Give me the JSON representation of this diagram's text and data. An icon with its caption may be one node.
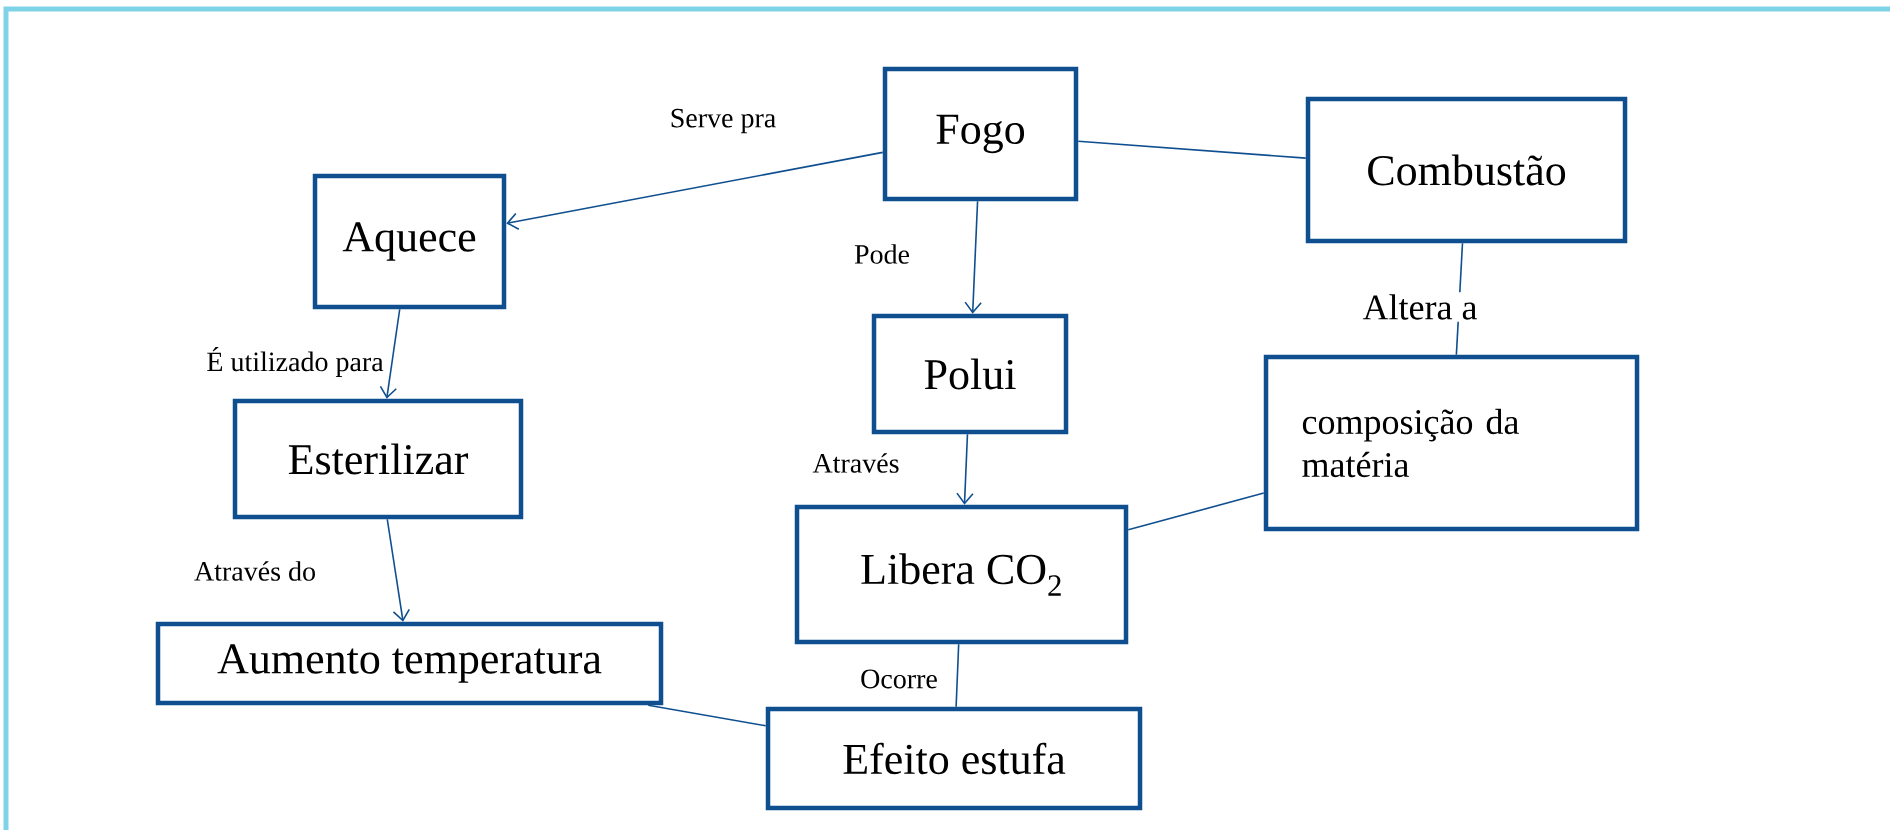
{
  "diagram": {
    "nodes": [
      {
        "text": [
          "Fogo"
        ]
      },
      {
        "text": [
          "Combustão"
        ]
      },
      {
        "text": [
          "Aquece"
        ]
      },
      {
        "text": [
          "Polui"
        ]
      },
      {
        "text": [
          "Esterilizar"
        ]
      },
      {
        "text": [
          "composição da matéria"
        ]
      },
      {
        "text": [
          "Libera CO$_{2}$"
        ]
      },
      {
        "text": [
          "Aumento temperatura"
        ]
      },
      {
        "text": [
          "Efeito estufa"
        ]
      }
    ],
    "edges": [
      {
        "from": 0,
        "to": 2,
        "arrow": "to",
        "label": "Serve pra"
      },
      {
        "from": 0,
        "to": 1,
        "arrow": "none"
      },
      {
        "from": 0,
        "to": 3,
        "arrow": "to",
        "label": "Pode"
      },
      {
        "from": 1,
        "to": 5,
        "arrow": "none",
        "label": "Altera a"
      },
      {
        "from": 2,
        "to": 4,
        "arrow": "to",
        "label": "É utilizado para"
      },
      {
        "from": 3,
        "to": 6,
        "arrow": "to",
        "label": "Através"
      },
      {
        "from": 6,
        "to": 5,
        "arrow": "none"
      },
      {
        "from": 4,
        "to": 7,
        "arrow": "to",
        "label": "Através do"
      },
      {
        "from": 6,
        "to": 8,
        "arrow": "none",
        "label": "Ocorre"
      },
      {
        "from": 7,
        "to": 8,
        "arrow": "none"
      }
    ]
  }
}
